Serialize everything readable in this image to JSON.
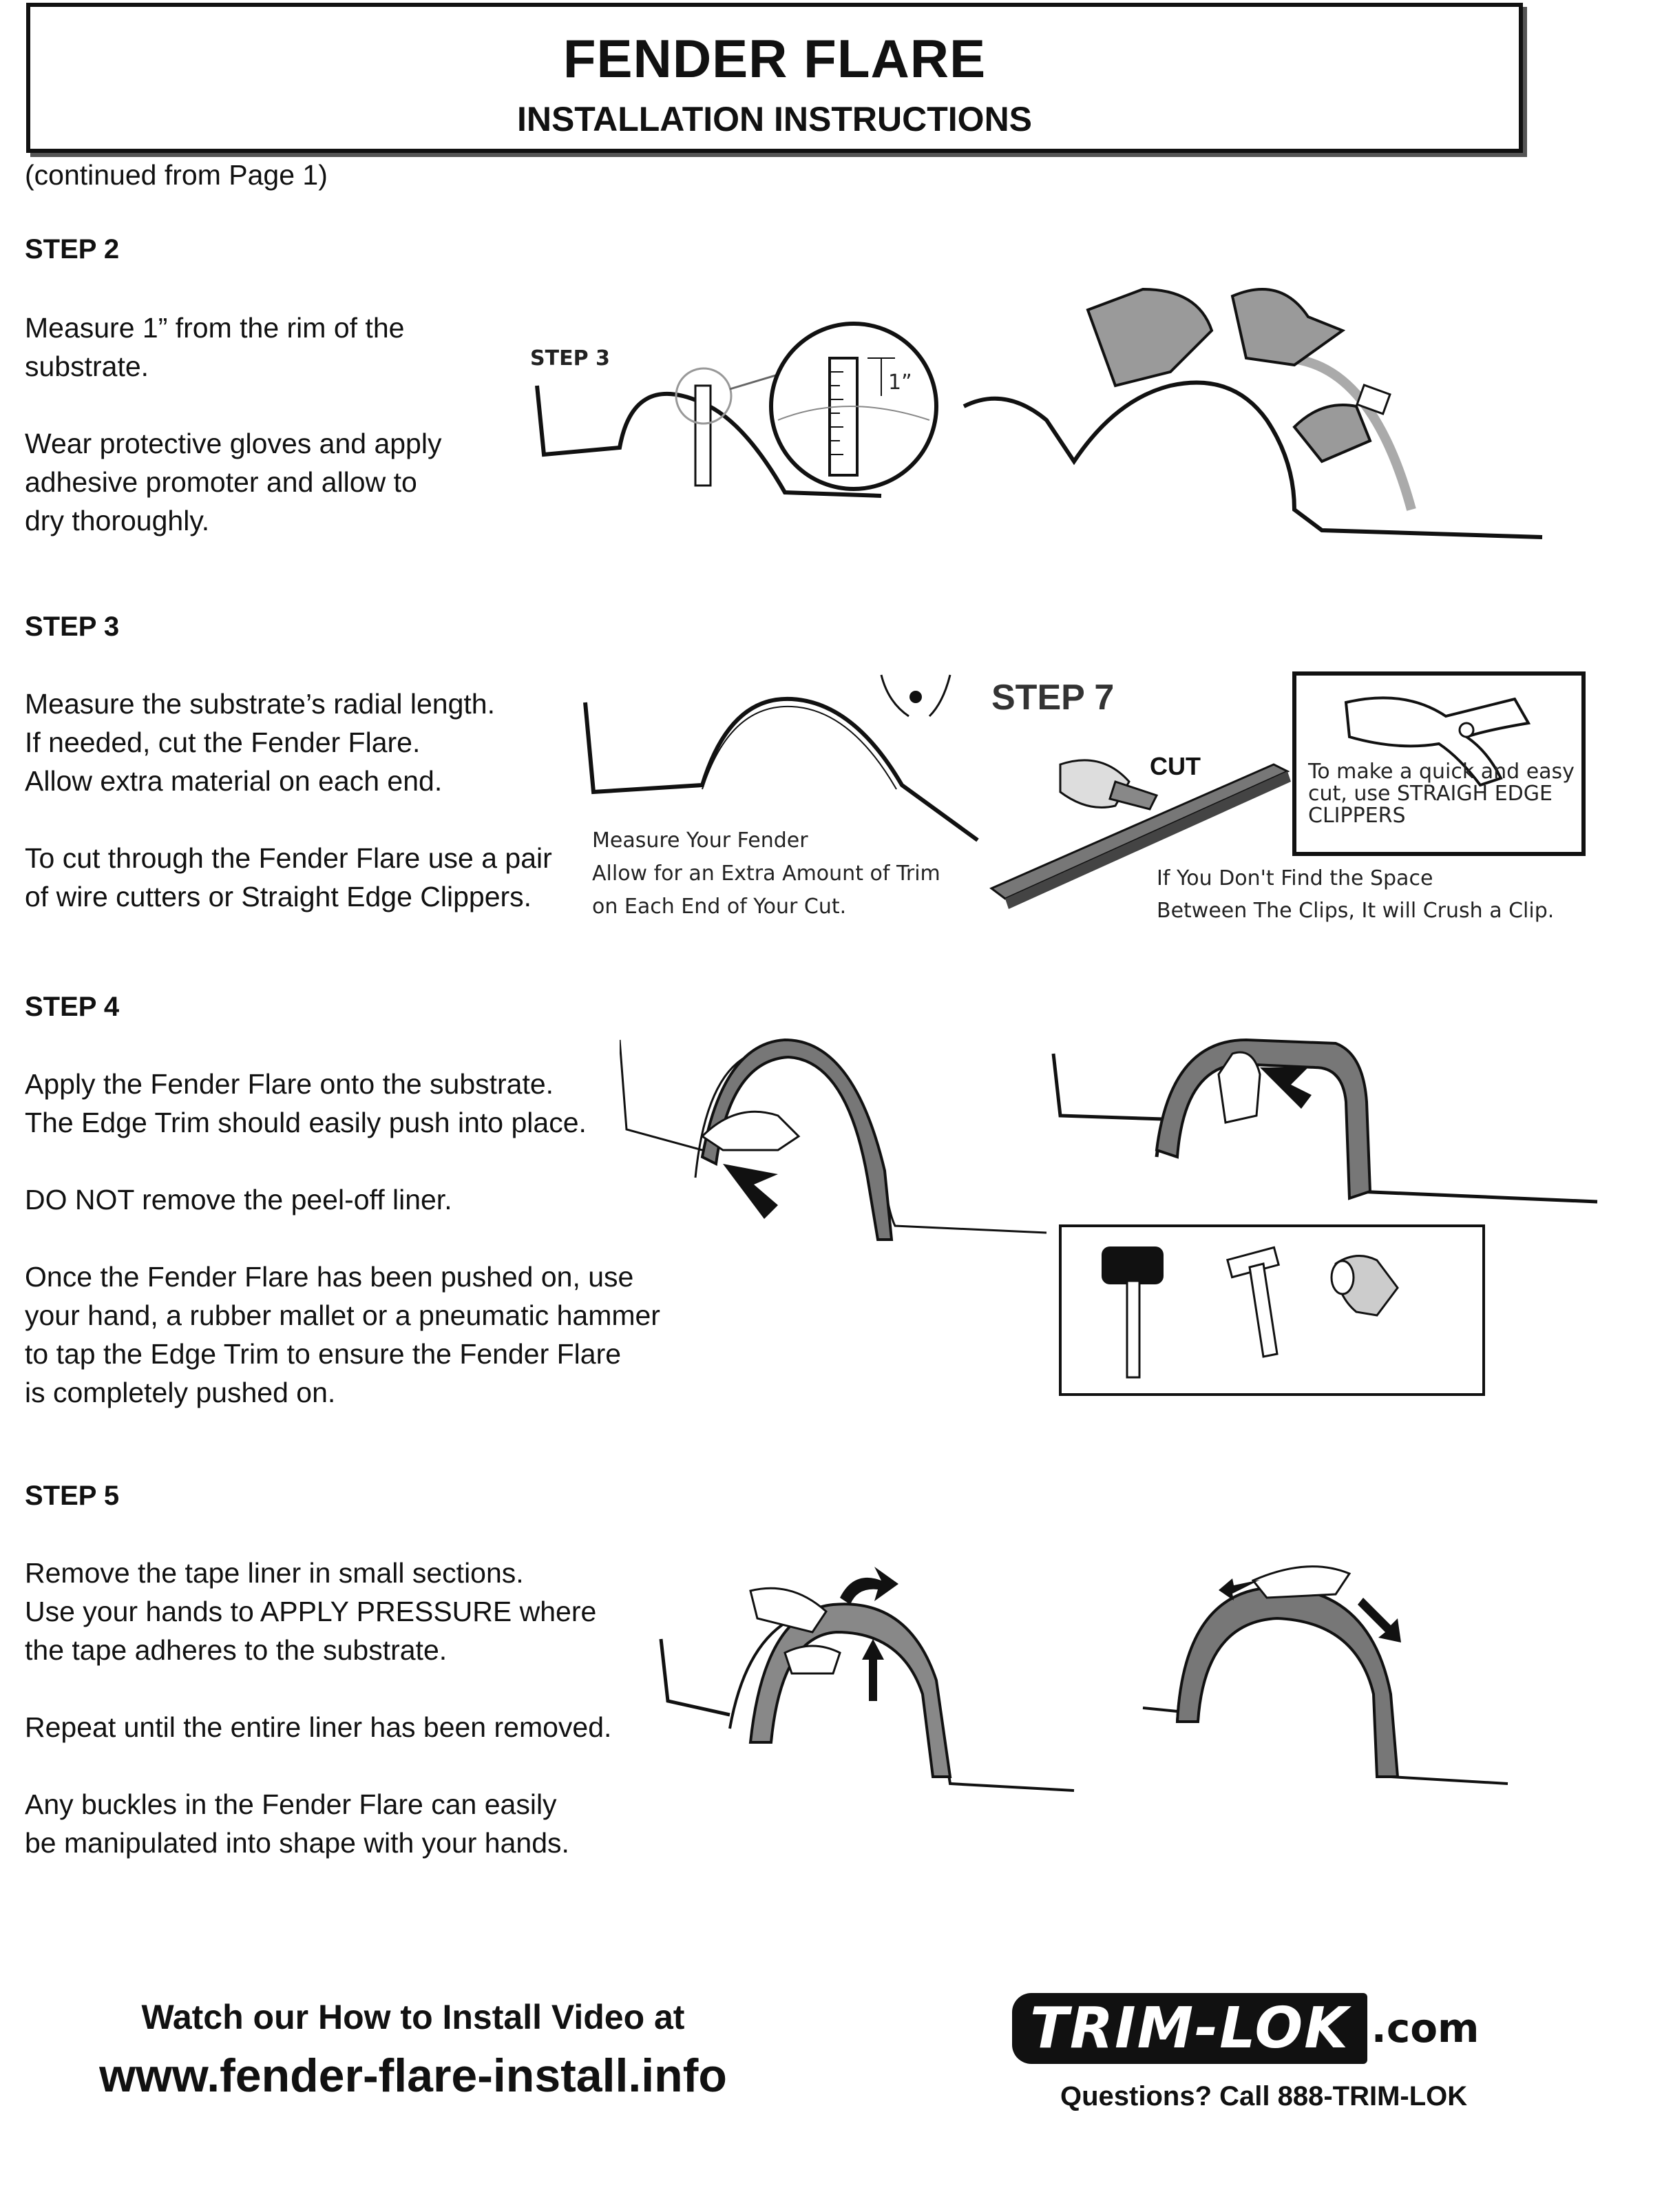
{
  "header": {
    "title": "FENDER FLARE",
    "subtitle": "INSTALLATION INSTRUCTIONS"
  },
  "continued": "(continued from Page 1)",
  "steps": [
    {
      "heading": "STEP 2",
      "body": "Measure 1” from the rim of the\nsubstrate.\n\nWear protective gloves and apply\nadhesive promoter and allow to\ndry thoroughly."
    },
    {
      "heading": "STEP 3",
      "body": "Measure the substrate’s radial length.\nIf needed, cut the Fender Flare.\nAllow extra material on each end.\n\nTo cut through the Fender Flare use a pair\nof wire cutters or Straight Edge Clippers."
    },
    {
      "heading": "STEP 4",
      "body": "Apply the Fender Flare onto the substrate.\nThe Edge Trim should easily push into place.\n\nDO NOT remove the peel-off liner.\n\nOnce the Fender Flare has been pushed on, use\nyour hand, a rubber mallet or a pneumatic hammer\nto tap the Edge Trim to ensure the Fender Flare\nis completely pushed on."
    },
    {
      "heading": "STEP 5",
      "body": "Remove the tape liner in small sections.\nUse your hands to APPLY PRESSURE where\nthe tape adheres to the substrate.\n\nRepeat until the entire liner has been removed.\n\nAny buckles in the Fender Flare can easily\nbe manipulated into shape with your hands."
    }
  ],
  "illustrations": {
    "step2_label": "STEP 3",
    "step2_measure": "1”",
    "step3_measure_lines": [
      "Measure Your Fender",
      "Allow for an Extra Amount of Trim",
      "on Each End of Your Cut."
    ],
    "step3_step7": "STEP 7",
    "step3_cut": "CUT",
    "step3_tip_lines": [
      "To make a quick and easy",
      "cut, use STRAIGH EDGE",
      "CLIPPERS"
    ],
    "step3_warning_lines": [
      "If You Don't Find the Space",
      "Between The Clips, It will Crush a Clip."
    ]
  },
  "footer": {
    "video_line": "Watch our How to Install Video at",
    "url": "www.fender-flare-install.info",
    "brand_mark": "TRIM-LOK",
    "brand_tld": ".com",
    "questions": "Questions?  Call 888-TRIM-LOK"
  }
}
